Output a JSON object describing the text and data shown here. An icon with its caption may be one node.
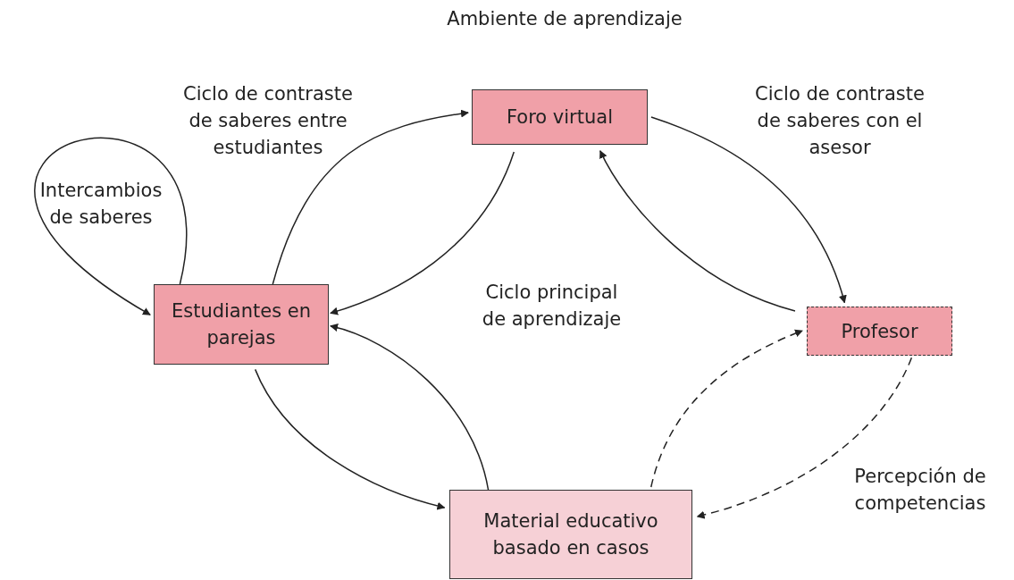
{
  "diagram": {
    "title": "Ambiente de aprendizaje",
    "nodes": [
      {
        "text": [
          "Foro virtual"
        ]
      },
      {
        "text": [
          "Estudiantes en parejas"
        ]
      },
      {
        "text": [
          "Profesor"
        ]
      },
      {
        "text": [
          "Material educativo basado en casos"
        ]
      }
    ],
    "edges": [
      {
        "from": 1,
        "to": 1,
        "arrow": "to"
      },
      {
        "from": 1,
        "to": 0,
        "arrow": "to"
      },
      {
        "from": 0,
        "to": 1,
        "arrow": "to"
      },
      {
        "from": 0,
        "to": 2,
        "arrow": "to"
      },
      {
        "from": 2,
        "to": 0,
        "arrow": "to"
      },
      {
        "from": 1,
        "to": 3,
        "arrow": "to"
      },
      {
        "from": 3,
        "to": 1,
        "arrow": "to"
      },
      {
        "from": 3,
        "to": 2,
        "arrow": "to",
        "style": "dashed"
      },
      {
        "from": 2,
        "to": 3,
        "arrow": "to",
        "style": "dashed"
      }
    ],
    "labels": [
      "Ciclo de contraste de saberes entre estudiantes",
      "Ciclo de contraste de saberes con el asesor",
      "Intercambios de saberes",
      "Ciclo principal de aprendizaje",
      "Percepción de competencias"
    ]
  }
}
